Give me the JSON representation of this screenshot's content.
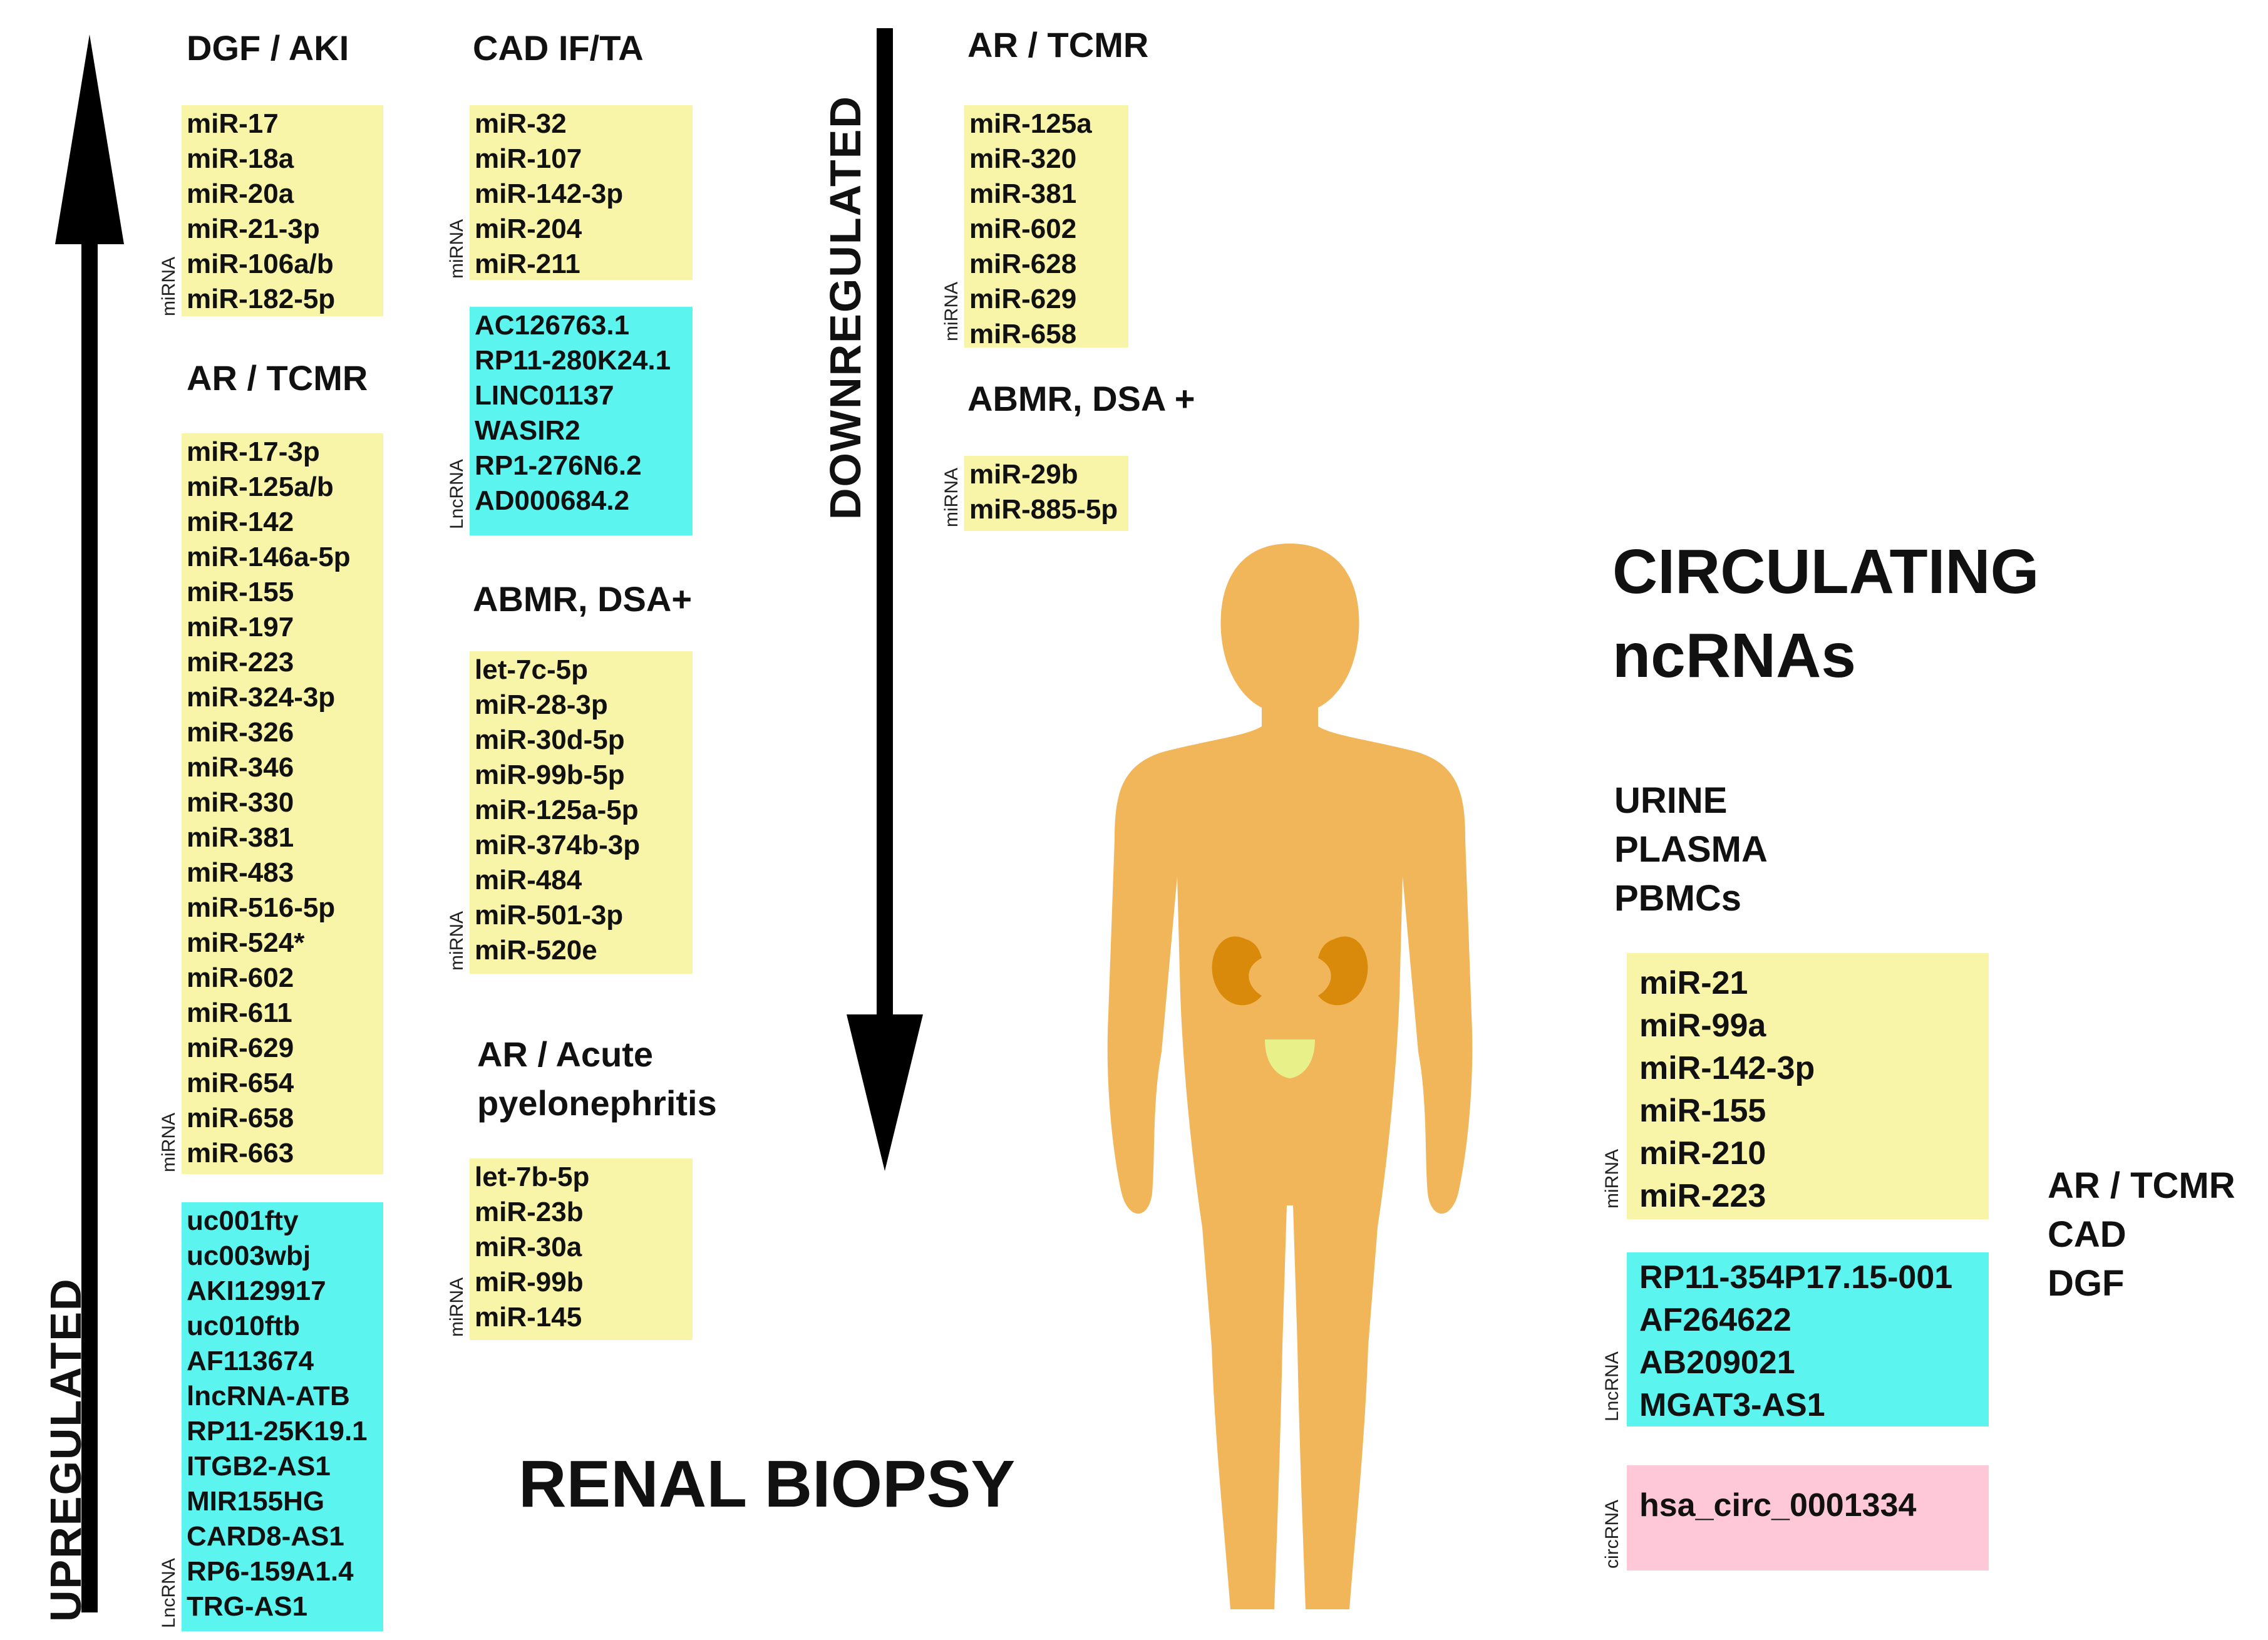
{
  "colors": {
    "mirna_box": "#F8F4A8",
    "lncrna_box": "#5CF4EE",
    "circrna_box": "#FEC8D8",
    "body": "#F2B65A",
    "kidney": "#D98A0A",
    "bladder": "#E8F08A",
    "arrow": "#000000"
  },
  "axis_labels": {
    "upregulated": "UPREGULATED",
    "downregulated": "DOWNREGULATED"
  },
  "type_labels": {
    "mirna": "miRNA",
    "lncrna": "LncRNA",
    "circrna": "circRNA"
  },
  "renal_biopsy": {
    "title": "RENAL BIOPSY",
    "upregulated": {
      "dgf_aki": {
        "header": "DGF / AKI",
        "mirna": [
          "miR-17",
          "miR-18a",
          "miR-20a",
          "miR-21-3p",
          "miR-106a/b",
          "miR-182-5p"
        ]
      },
      "ar_tcmr": {
        "header": "AR / TCMR",
        "mirna": [
          "miR-17-3p",
          "miR-125a/b",
          "miR-142",
          "miR-146a-5p",
          "miR-155",
          "miR-197",
          "miR-223",
          "miR-324-3p",
          "miR-326",
          "miR-346",
          "miR-330",
          "miR-381",
          "miR-483",
          "miR-516-5p",
          "miR-524*",
          "miR-602",
          "miR-611",
          "miR-629",
          "miR-654",
          "miR-658",
          "miR-663"
        ],
        "lncrna": [
          "uc001fty",
          "uc003wbj",
          "AKI129917",
          "uc010ftb",
          "AF113674",
          "lncRNA-ATB",
          "RP11-25K19.1",
          "ITGB2-AS1",
          "MIR155HG",
          "CARD8-AS1",
          "RP6-159A1.4",
          "TRG-AS1"
        ]
      },
      "cad_ifta": {
        "header": "CAD IF/TA",
        "mirna": [
          "miR-32",
          "miR-107",
          "miR-142-3p",
          "miR-204",
          "miR-211"
        ],
        "lncrna": [
          "AC126763.1",
          "RP11-280K24.1",
          "LINC01137",
          "WASIR2",
          "RP1-276N6.2",
          "AD000684.2"
        ]
      },
      "abmr_dsa": {
        "header": "ABMR, DSA+",
        "mirna": [
          "let-7c-5p",
          "miR-28-3p",
          "miR-30d-5p",
          "miR-99b-5p",
          "miR-125a-5p",
          "miR-374b-3p",
          "miR-484",
          "miR-501-3p",
          "miR-520e"
        ]
      },
      "ar_pyelo": {
        "header_line1": "AR / Acute",
        "header_line2": "pyelonephritis",
        "mirna": [
          "let-7b-5p",
          "miR-23b",
          "miR-30a",
          "miR-99b",
          "miR-145"
        ]
      }
    },
    "downregulated": {
      "ar_tcmr": {
        "header": "AR / TCMR",
        "mirna": [
          "miR-125a",
          "miR-320",
          "miR-381",
          "miR-602",
          "miR-628",
          "miR-629",
          "miR-658"
        ]
      },
      "abmr_dsa": {
        "header": "ABMR, DSA +",
        "mirna": [
          "miR-29b",
          "miR-885-5p"
        ]
      }
    }
  },
  "circulating": {
    "title_line1": "CIRCULATING",
    "title_line2": "ncRNAs",
    "sources": [
      "URINE",
      "PLASMA",
      "PBMCs"
    ],
    "mirna": [
      "miR-21",
      "miR-99a",
      "miR-142-3p",
      "miR-155",
      "miR-210",
      "miR-223"
    ],
    "lncrna": [
      "RP11-354P17.15-001",
      "AF264622",
      "AB209021",
      "MGAT3-AS1"
    ],
    "circrna": [
      "hsa_circ_0001334"
    ],
    "outcomes": [
      "AR / TCMR",
      "CAD",
      "DGF"
    ]
  }
}
